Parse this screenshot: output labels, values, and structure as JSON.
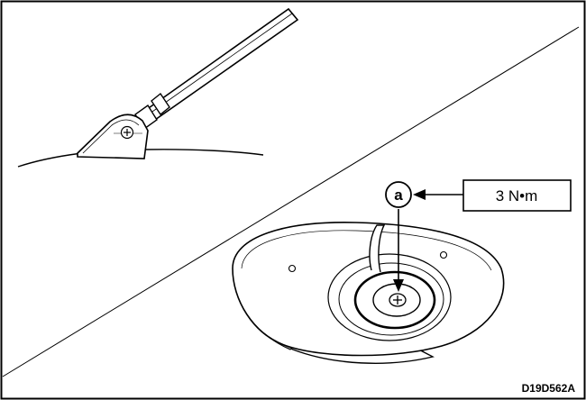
{
  "callout": {
    "letter": "a",
    "torque_label": "3 N•m"
  },
  "figure_code": "D19D562A",
  "icons": {
    "fastener_top": "phillips-screw-icon",
    "fastener_bottom": "phillips-screw-icon"
  },
  "colors": {
    "line": "#000000",
    "background": "#ffffff",
    "shading": "#8c8c8c"
  }
}
